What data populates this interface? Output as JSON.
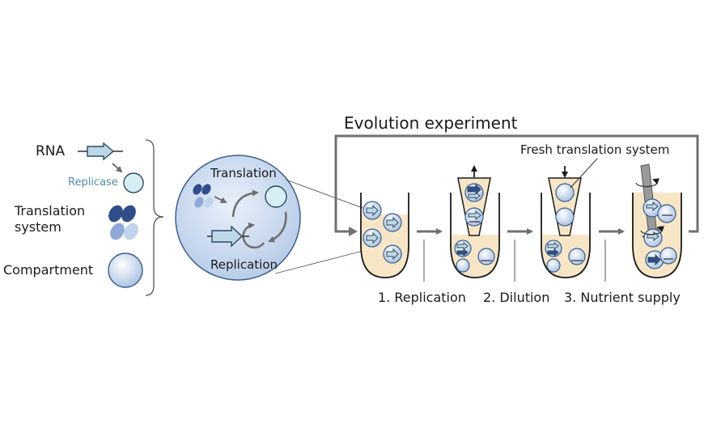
{
  "title": "Evolution experiment",
  "legend": {
    "rna": "RNA",
    "replicase": "Replicase",
    "translation_system": "Translation\nsystem",
    "compartment": "Compartment"
  },
  "cell": {
    "translation": "Translation",
    "replication": "Replication"
  },
  "steps": {
    "fresh": "Fresh translation system",
    "replication": "1. Replication",
    "dilution": "2. Dilution",
    "nutrient": "3. Nutrient supply"
  },
  "colors": {
    "liquid": "#f7e6c6",
    "cell_fill": "#d3e1f2",
    "compartment_fill": "#dbe7f5",
    "arrow_gene": "#bfd8e6",
    "dark_blue": "#2f4e8a",
    "light_blue": "#8ea9d8",
    "replicase_fill": "#d8eef5",
    "replicase_text": "#4f8fa0",
    "gray": "#707070"
  }
}
